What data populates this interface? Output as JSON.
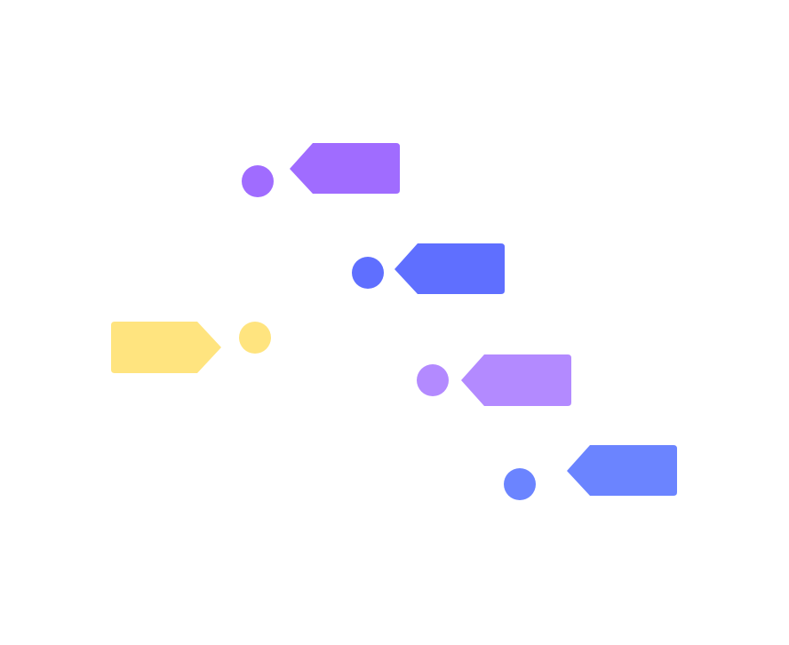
{
  "tags": [
    {
      "id": "tag-1",
      "color": "#a06cff",
      "direction": "left"
    },
    {
      "id": "tag-2",
      "color": "#5f6fff",
      "direction": "left"
    },
    {
      "id": "tag-3",
      "color": "#ffe47f",
      "direction": "right"
    },
    {
      "id": "tag-4",
      "color": "#b38aff",
      "direction": "left"
    },
    {
      "id": "tag-5",
      "color": "#6b84ff",
      "direction": "left"
    }
  ]
}
